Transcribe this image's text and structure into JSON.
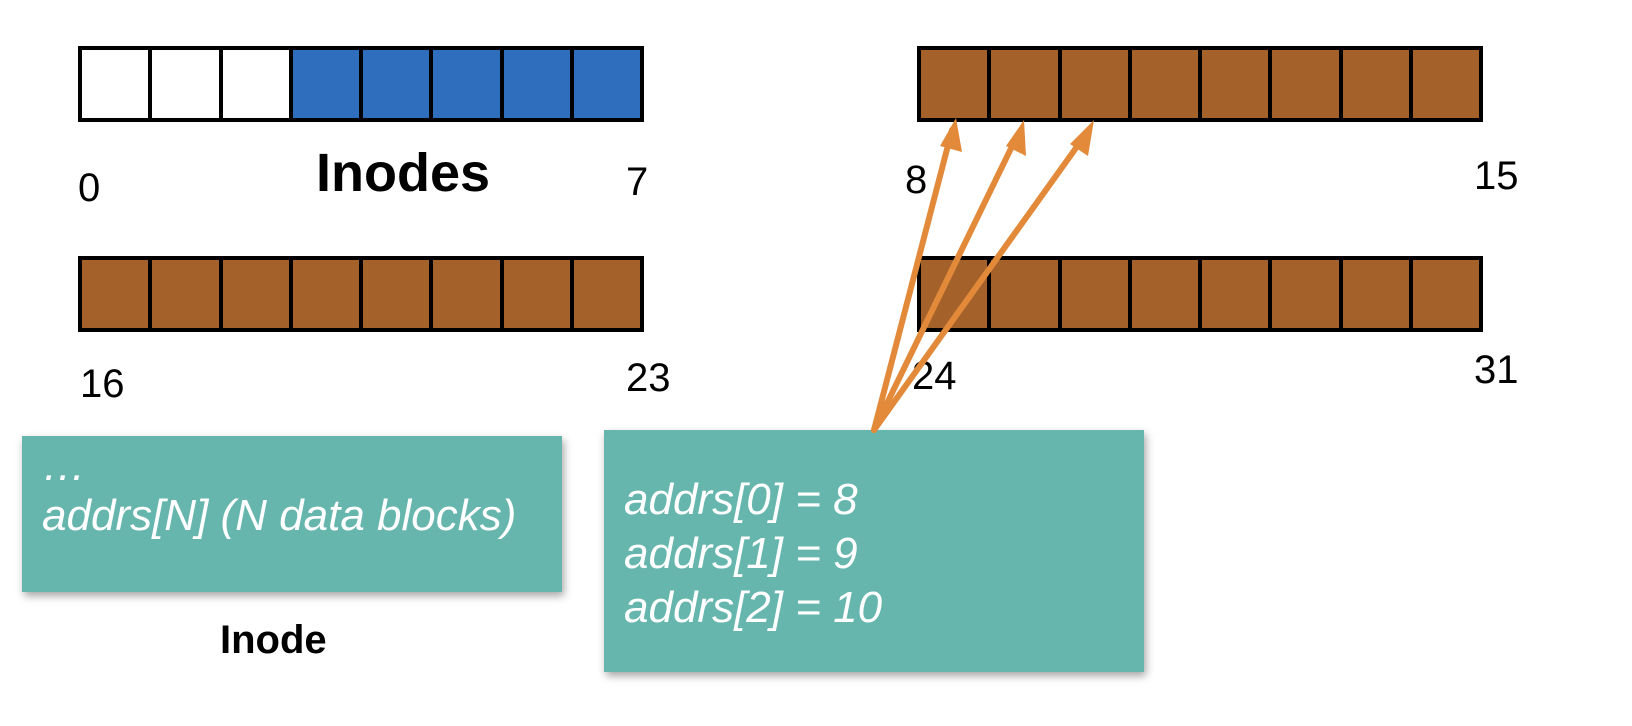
{
  "colors": {
    "free": "#ffffff",
    "inode": "#2f6ebd",
    "data": "#a4622a",
    "box": "#66b6ae",
    "arrow": "#e28a3a"
  },
  "inode_region": {
    "title": "Inodes",
    "start_label": "0",
    "end_label": "7",
    "cells": [
      "free",
      "free",
      "free",
      "inode",
      "inode",
      "inode",
      "inode",
      "inode"
    ]
  },
  "data_rows": [
    {
      "start_label": "8",
      "end_label": "15"
    },
    {
      "start_label": "16",
      "end_label": "23"
    },
    {
      "start_label": "24",
      "end_label": "31"
    }
  ],
  "inode_box": {
    "lines": [
      "…",
      "addrs[N] (N data blocks)"
    ],
    "caption": "Inode"
  },
  "addrs_box": {
    "lines": [
      "addrs[0] = 8",
      "addrs[1] = 9",
      "addrs[2] = 10"
    ]
  },
  "pointer_targets": [
    8,
    9,
    10
  ]
}
